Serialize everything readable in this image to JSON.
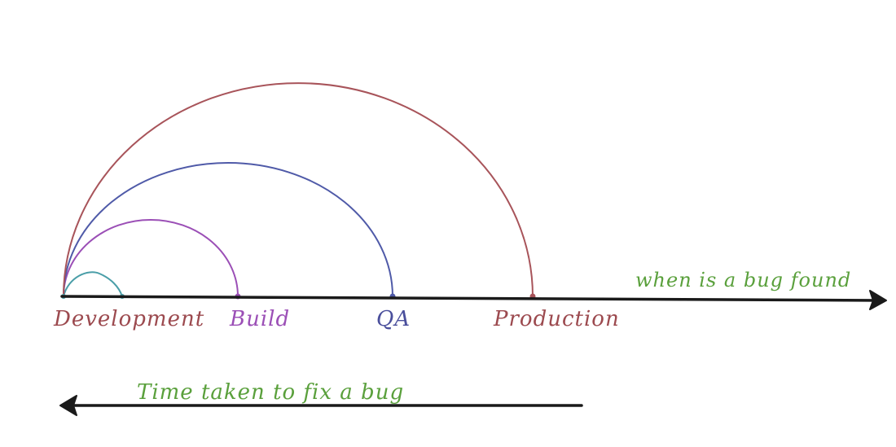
{
  "stages": [
    {
      "key": "development",
      "label": "Development",
      "color": "#9c4a4f"
    },
    {
      "key": "build",
      "label": "Build",
      "color": "#9b4fb6"
    },
    {
      "key": "qa",
      "label": "QA",
      "color": "#4a4f9c"
    },
    {
      "key": "production",
      "label": "Production",
      "color": "#9c4a4f"
    }
  ],
  "arc_colors": {
    "development": "#4a9ea8",
    "build": "#9b4fb6",
    "qa": "#4f5aa8",
    "production": "#a8545a"
  },
  "axes": {
    "found_label": "when is a bug found",
    "fix_label": "Time taken to fix a bug",
    "label_color": "#5aa03c",
    "line_color": "#1a1a1a"
  }
}
